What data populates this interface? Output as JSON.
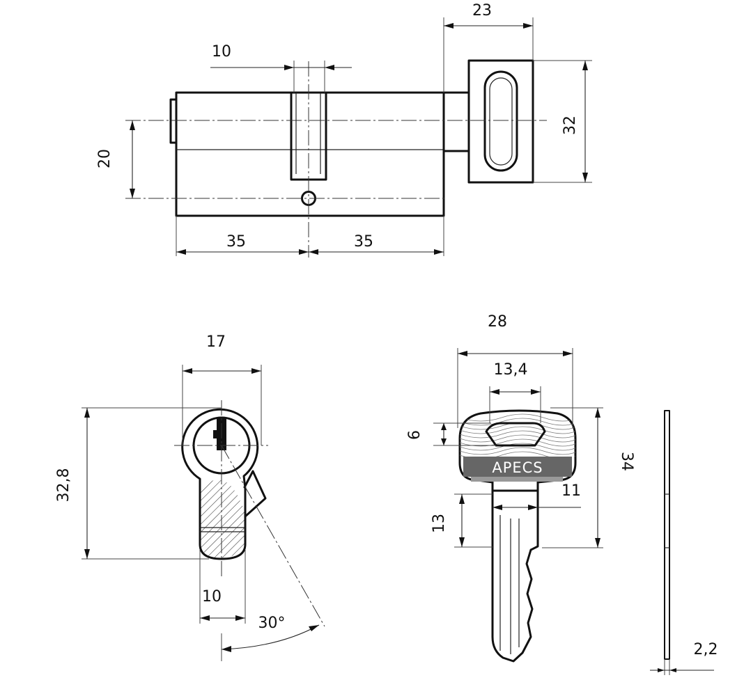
{
  "dimensions": {
    "top_view": {
      "knob_width": "23",
      "cam_width": "10",
      "knob_height": "32",
      "center_offset": "20",
      "left_length": "35",
      "right_length": "35"
    },
    "profile_view": {
      "width": "17",
      "height": "32,8",
      "bottom_width": "10",
      "cam_angle": "30°"
    },
    "key_view": {
      "head_width": "28",
      "window_width": "13,4",
      "window_height": "6",
      "neck_height": "13",
      "neck_width": "11",
      "total_height": "34",
      "thickness": "2,2"
    }
  },
  "key_brand": "APECS"
}
